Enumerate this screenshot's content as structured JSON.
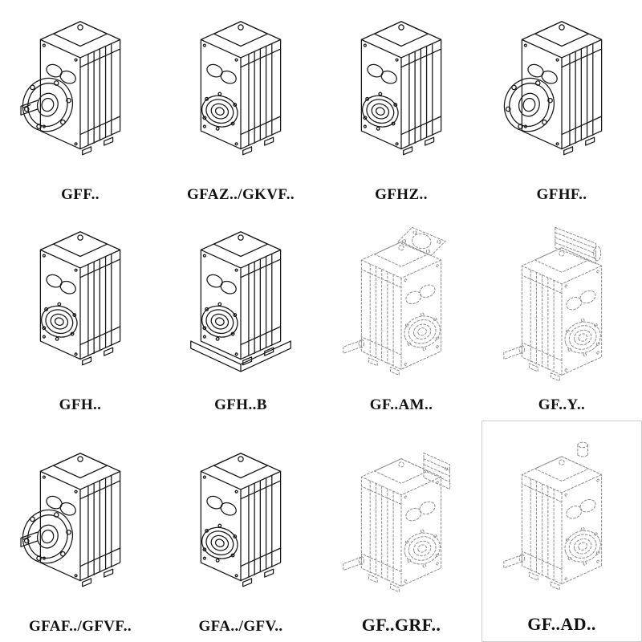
{
  "page": {
    "background": "#ffffff",
    "line_color": "#161616",
    "dashed_line_color": "#8f8f8f"
  },
  "cells": [
    {
      "label": "GFF..",
      "variant": "flange-with-shaft"
    },
    {
      "label": "GFAZ../GKVF..",
      "variant": "hollow-bore"
    },
    {
      "label": "GFHZ..",
      "variant": "hollow-bore"
    },
    {
      "label": "GFHF..",
      "variant": "flange"
    },
    {
      "label": "GFH..",
      "variant": "hollow-bore"
    },
    {
      "label": "GFH..B",
      "variant": "hollow-bore-with-base"
    },
    {
      "label": "GF..AM..",
      "variant": "dashed-adapter-flange"
    },
    {
      "label": "GF..Y..",
      "variant": "dashed-with-motor"
    },
    {
      "label": "GFAF../GFVF..",
      "variant": "flange-with-shaft"
    },
    {
      "label": "GFA../GFV..",
      "variant": "hollow-bore"
    },
    {
      "label": "GF..GRF..",
      "variant": "dashed-input-box"
    },
    {
      "label": "GF..AD..",
      "variant": "dashed-input-shaft"
    }
  ]
}
